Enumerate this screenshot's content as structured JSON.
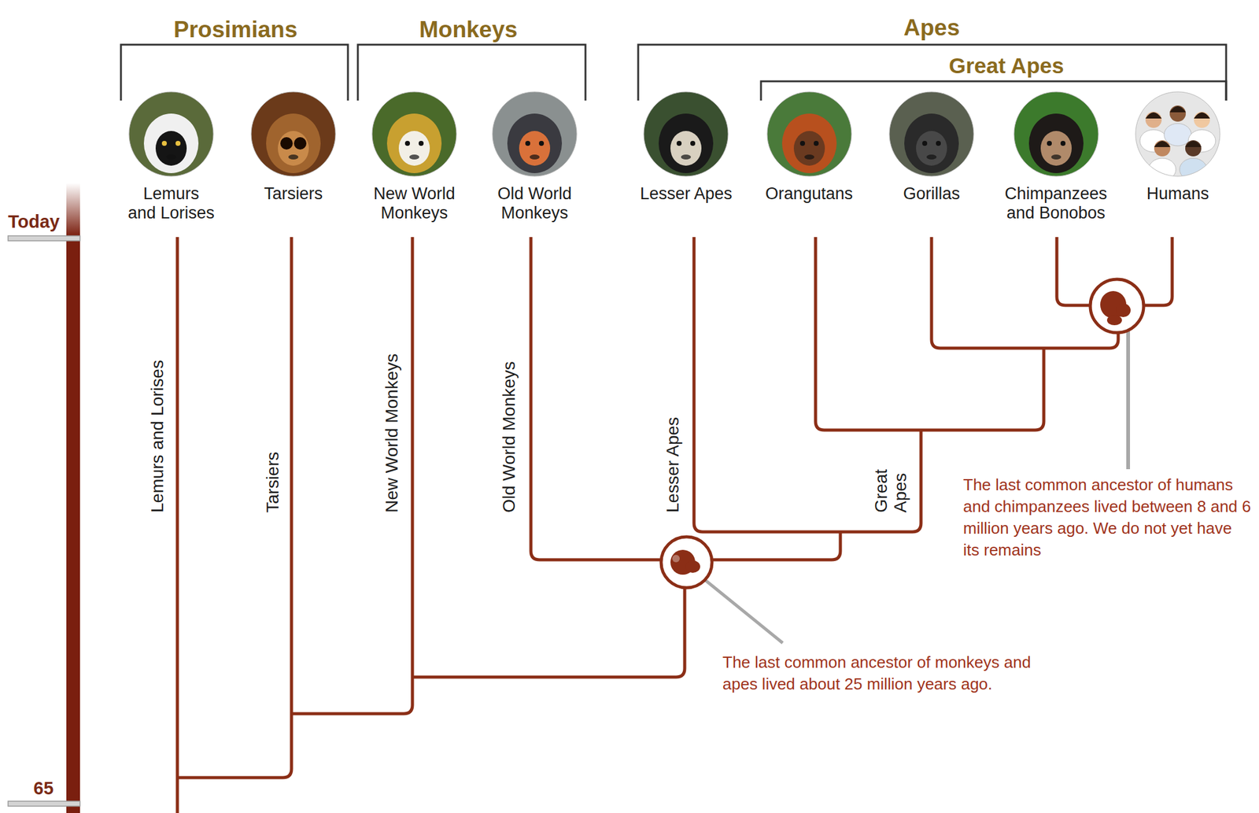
{
  "diagram": {
    "nodes": [
      {
        "text": [
          "Lemurs and Lorises"
        ]
      },
      {
        "text": [
          "Tarsiers"
        ]
      },
      {
        "text": [
          "New World Monkeys"
        ]
      },
      {
        "text": [
          "Old World Monkeys"
        ]
      },
      {
        "text": [
          "Lesser Apes"
        ]
      },
      {
        "text": [
          "Orangutans"
        ]
      },
      {
        "text": [
          "Gorillas"
        ]
      },
      {
        "text": [
          "Chimpanzees and Bonobos"
        ]
      },
      {
        "text": [
          "Humans"
        ]
      }
    ],
    "labels": [
      "Prosimians",
      "Monkeys",
      "Apes",
      "Great Apes",
      "Today",
      "65",
      "Lemurs and Lorises",
      "Tarsiers",
      "New World Monkeys",
      "Old World Monkeys",
      "Lesser Apes",
      "Great Apes",
      "The last common ancestor of monkeys and apes lived about 25 million years ago.",
      "The last common ancestor of humans and chimpanzees lived between 8 and 6 million years ago. We do not yet have its remains"
    ]
  }
}
